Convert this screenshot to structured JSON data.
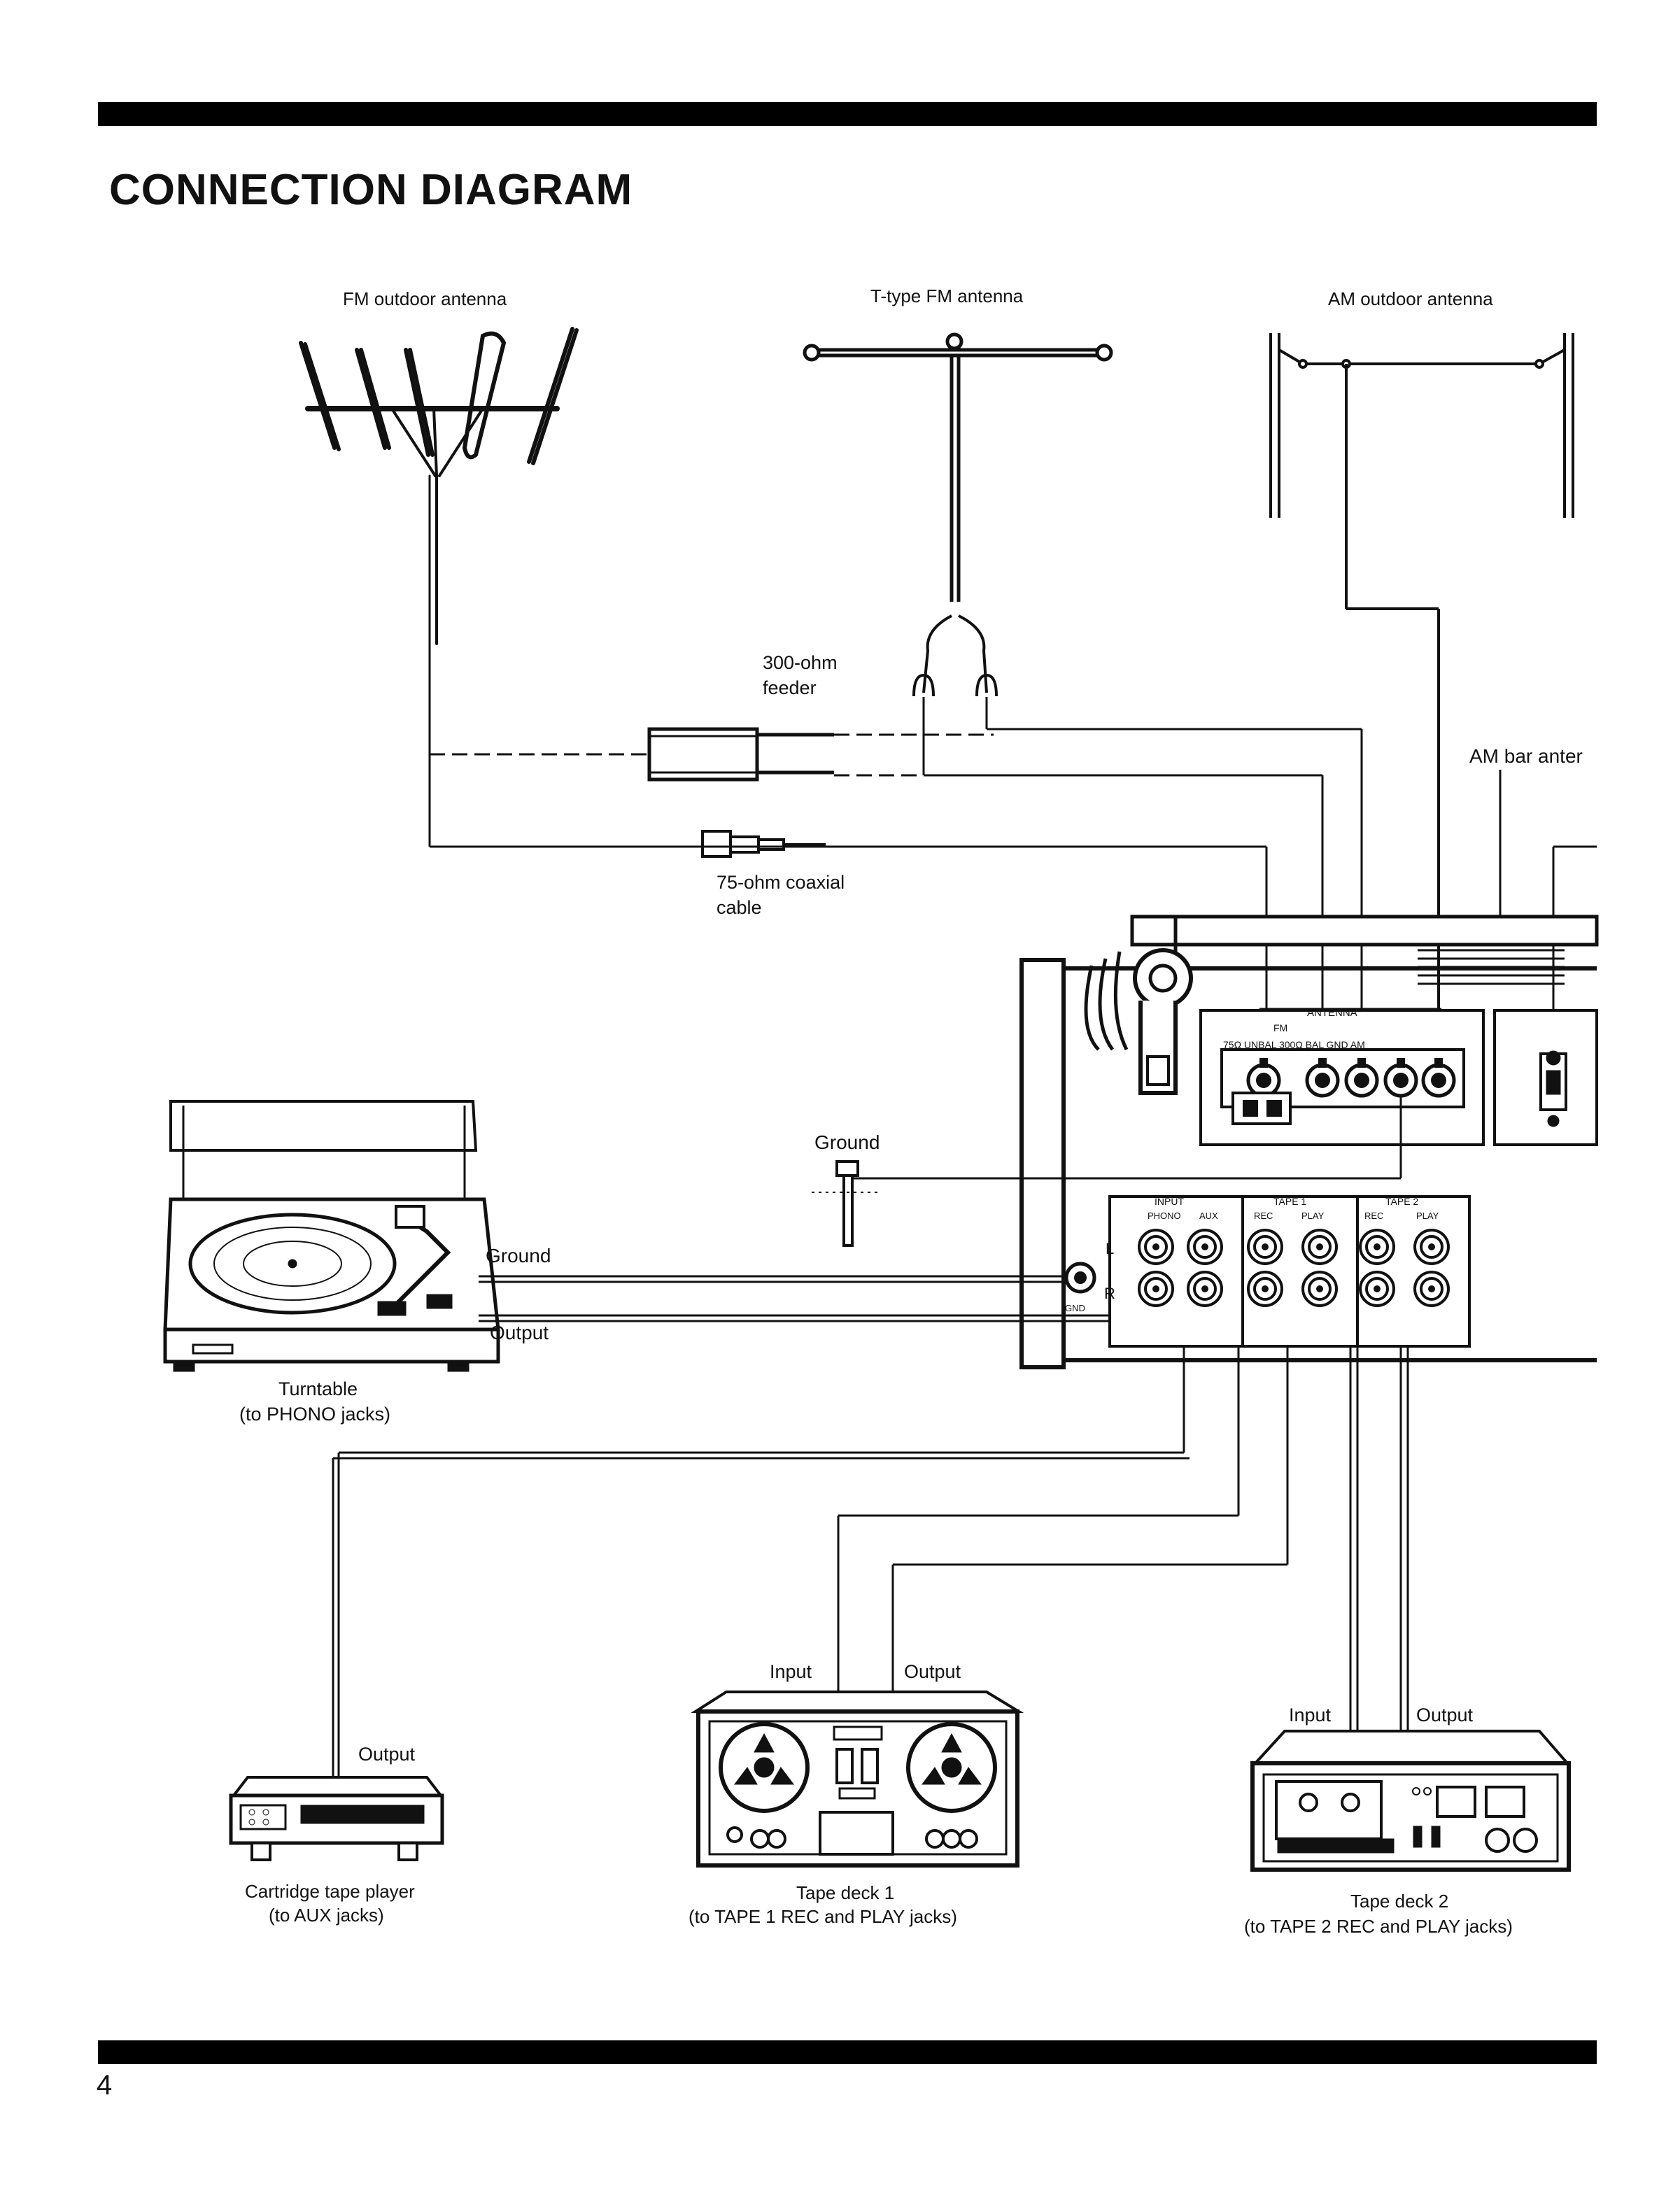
{
  "page": {
    "title": "CONNECTION DIAGRAM",
    "page_number": "4"
  },
  "labels": {
    "fm_outdoor_antenna": "FM outdoor antenna",
    "t_type_fm_antenna": "T-type FM antenna",
    "am_outdoor_antenna": "AM outdoor antenna",
    "feeder_line1": "300-ohm",
    "feeder_line2": "feeder",
    "coax_line1": "75-ohm coaxial",
    "coax_line2": "cable",
    "am_bar_antenna": "AM bar anter",
    "ground_center": "Ground",
    "turntable_ground": "Ground",
    "turntable_output": "Output",
    "turntable_line1": "Turntable",
    "turntable_line2": "(to PHONO jacks)",
    "cartridge_output": "Output",
    "cartridge_line1": "Cartridge tape player",
    "cartridge_line2": "(to AUX jacks)",
    "tape1_input": "Input",
    "tape1_output": "Output",
    "tape1_line1": "Tape deck 1",
    "tape1_line2": "(to TAPE 1 REC and PLAY jacks)",
    "tape2_input": "Input",
    "tape2_output": "Output",
    "tape2_line1": "Tape deck 2",
    "tape2_line2": "(to TAPE 2 REC and PLAY jacks)"
  },
  "panel_labels": {
    "antenna": "ANTENNA",
    "fm": "FM",
    "antenna_terminals": "75Ω UNBAL  300Ω BAL  GND  AM",
    "input": "INPUT",
    "phono": "PHONO",
    "aux": "AUX",
    "tape1": "TAPE 1",
    "tape2": "TAPE 2",
    "rec": "REC",
    "play": "PLAY",
    "channel_l": "L",
    "channel_r": "R",
    "gnd": "GND"
  }
}
